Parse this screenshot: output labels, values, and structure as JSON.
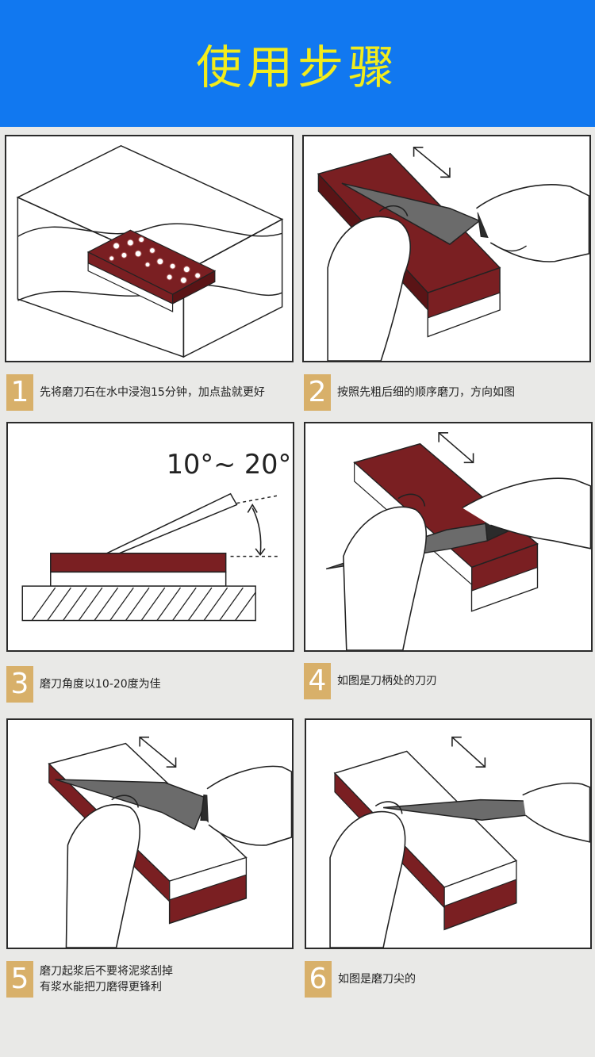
{
  "header": {
    "title": "使用步骤"
  },
  "angle_label": "10°~ 20°",
  "steps": [
    {
      "number": "1",
      "lines": [
        "先将磨刀石在水中浸泡15分钟，加点盐就更好"
      ]
    },
    {
      "number": "2",
      "lines": [
        "按照先粗后细的顺序磨刀，方向如图"
      ]
    },
    {
      "number": "3",
      "lines": [
        "磨刀角度以10-20度为佳"
      ]
    },
    {
      "number": "4",
      "lines": [
        "如图是刀柄处的刀刃"
      ]
    },
    {
      "number": "5",
      "lines": [
        "磨刀起浆后不要将泥浆刮掉",
        "有浆水能把刀磨得更锋利"
      ]
    },
    {
      "number": "6",
      "lines": [
        "如图是磨刀尖的"
      ]
    }
  ],
  "colors": {
    "header_bg": "#1178f0",
    "title": "#f2ec1c",
    "stone_red": "#7a1f22",
    "number_badge": "#d8b06a"
  }
}
